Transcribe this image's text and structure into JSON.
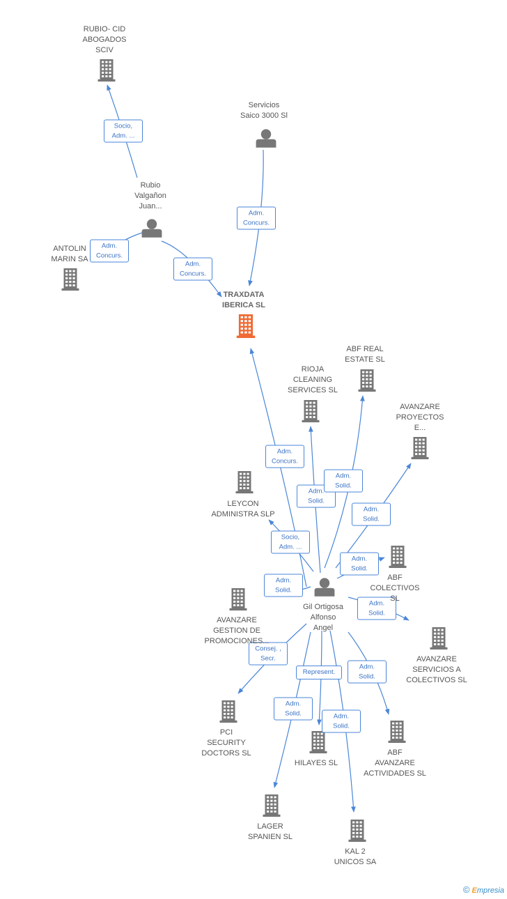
{
  "colors": {
    "edge": "#4a86d8",
    "company": "#777777",
    "center_company": "#f06a32",
    "person": "#777777"
  },
  "center": {
    "id": "traxdata",
    "label": "TRAXDATA\nIBERICA SL",
    "type": "company-center"
  },
  "nodes": [
    {
      "id": "rubio_cid",
      "label": "RUBIO- CID\nABOGADOS\nSCIV",
      "type": "company"
    },
    {
      "id": "servicios_saico",
      "label": "Servicios\nSaico 3000 Sl",
      "type": "person"
    },
    {
      "id": "rubio_valganon",
      "label": "Rubio\nValgañon\nJuan...",
      "type": "person"
    },
    {
      "id": "antolin",
      "label": "ANTOLIN\nMARIN SA",
      "type": "company"
    },
    {
      "id": "traxdata",
      "label": "TRAXDATA\nIBERICA SL",
      "type": "company-center"
    },
    {
      "id": "abf_real",
      "label": "ABF REAL\nESTATE  SL",
      "type": "company"
    },
    {
      "id": "rioja",
      "label": "RIOJA\nCLEANING\nSERVICES SL",
      "type": "company"
    },
    {
      "id": "avanzare_proy",
      "label": "AVANZARE\nPROYECTOS\nE...",
      "type": "company"
    },
    {
      "id": "leycon",
      "label": "LEYCON\nADMINISTRA SLP",
      "type": "company"
    },
    {
      "id": "abf_colectivos",
      "label": "ABF\nCOLECTIVOS\nSL",
      "type": "company"
    },
    {
      "id": "gil",
      "label": "Gil Ortigosa\nAlfonso\nAngel",
      "type": "person"
    },
    {
      "id": "avanzare_gest",
      "label": "AVANZARE\nGESTION DE\nPROMOCIONES...",
      "type": "company"
    },
    {
      "id": "avanzare_serv",
      "label": "AVANZARE\nSERVICIOS A\nCOLECTIVOS SL",
      "type": "company"
    },
    {
      "id": "pci",
      "label": "PCI\nSECURITY\nDOCTORS  SL",
      "type": "company"
    },
    {
      "id": "hilayes",
      "label": "HILAYES SL",
      "type": "company"
    },
    {
      "id": "abf_avanzare",
      "label": "ABF\nAVANZARE\nACTIVIDADES SL",
      "type": "company"
    },
    {
      "id": "lager",
      "label": "LAGER\nSPANIEN  SL",
      "type": "company"
    },
    {
      "id": "kal2",
      "label": "KAL 2\nUNICOS SA",
      "type": "company"
    }
  ],
  "edges": [
    {
      "from": "rubio_valganon",
      "to": "rubio_cid",
      "label": "Socio,\nAdm. ..."
    },
    {
      "from": "servicios_saico",
      "to": "traxdata",
      "label": "Adm.\nConcurs."
    },
    {
      "from": "rubio_valganon",
      "to": "antolin",
      "label": "Adm.\nConcurs."
    },
    {
      "from": "rubio_valganon",
      "to": "traxdata",
      "label": "Adm.\nConcurs."
    },
    {
      "from": "gil",
      "to": "traxdata",
      "label": "Adm.\nConcurs."
    },
    {
      "from": "gil",
      "to": "rioja",
      "label": "Adm.\nSolid."
    },
    {
      "from": "gil",
      "to": "abf_real",
      "label": "Adm.\nSolid."
    },
    {
      "from": "gil",
      "to": "avanzare_proy",
      "label": "Adm.\nSolid."
    },
    {
      "from": "gil",
      "to": "leycon",
      "label": "Socio,\nAdm. ..."
    },
    {
      "from": "gil",
      "to": "abf_colectivos",
      "label": "Adm.\nSolid."
    },
    {
      "from": "gil",
      "to": "avanzare_gest",
      "label": "Adm.\nSolid."
    },
    {
      "from": "gil",
      "to": "avanzare_serv",
      "label": "Adm.\nSolid."
    },
    {
      "from": "gil",
      "to": "pci",
      "label": "Consej. ,\nSecr."
    },
    {
      "from": "gil",
      "to": "hilayes",
      "label": "Represent."
    },
    {
      "from": "gil",
      "to": "abf_avanzare",
      "label": "Adm.\nSolid."
    },
    {
      "from": "gil",
      "to": "lager",
      "label": "Adm.\nSolid."
    },
    {
      "from": "gil",
      "to": "kal2",
      "label": "Adm.\nSolid."
    }
  ],
  "footer": {
    "copyright": "©",
    "brand_initial": "E",
    "brand_rest": "mpresia"
  }
}
